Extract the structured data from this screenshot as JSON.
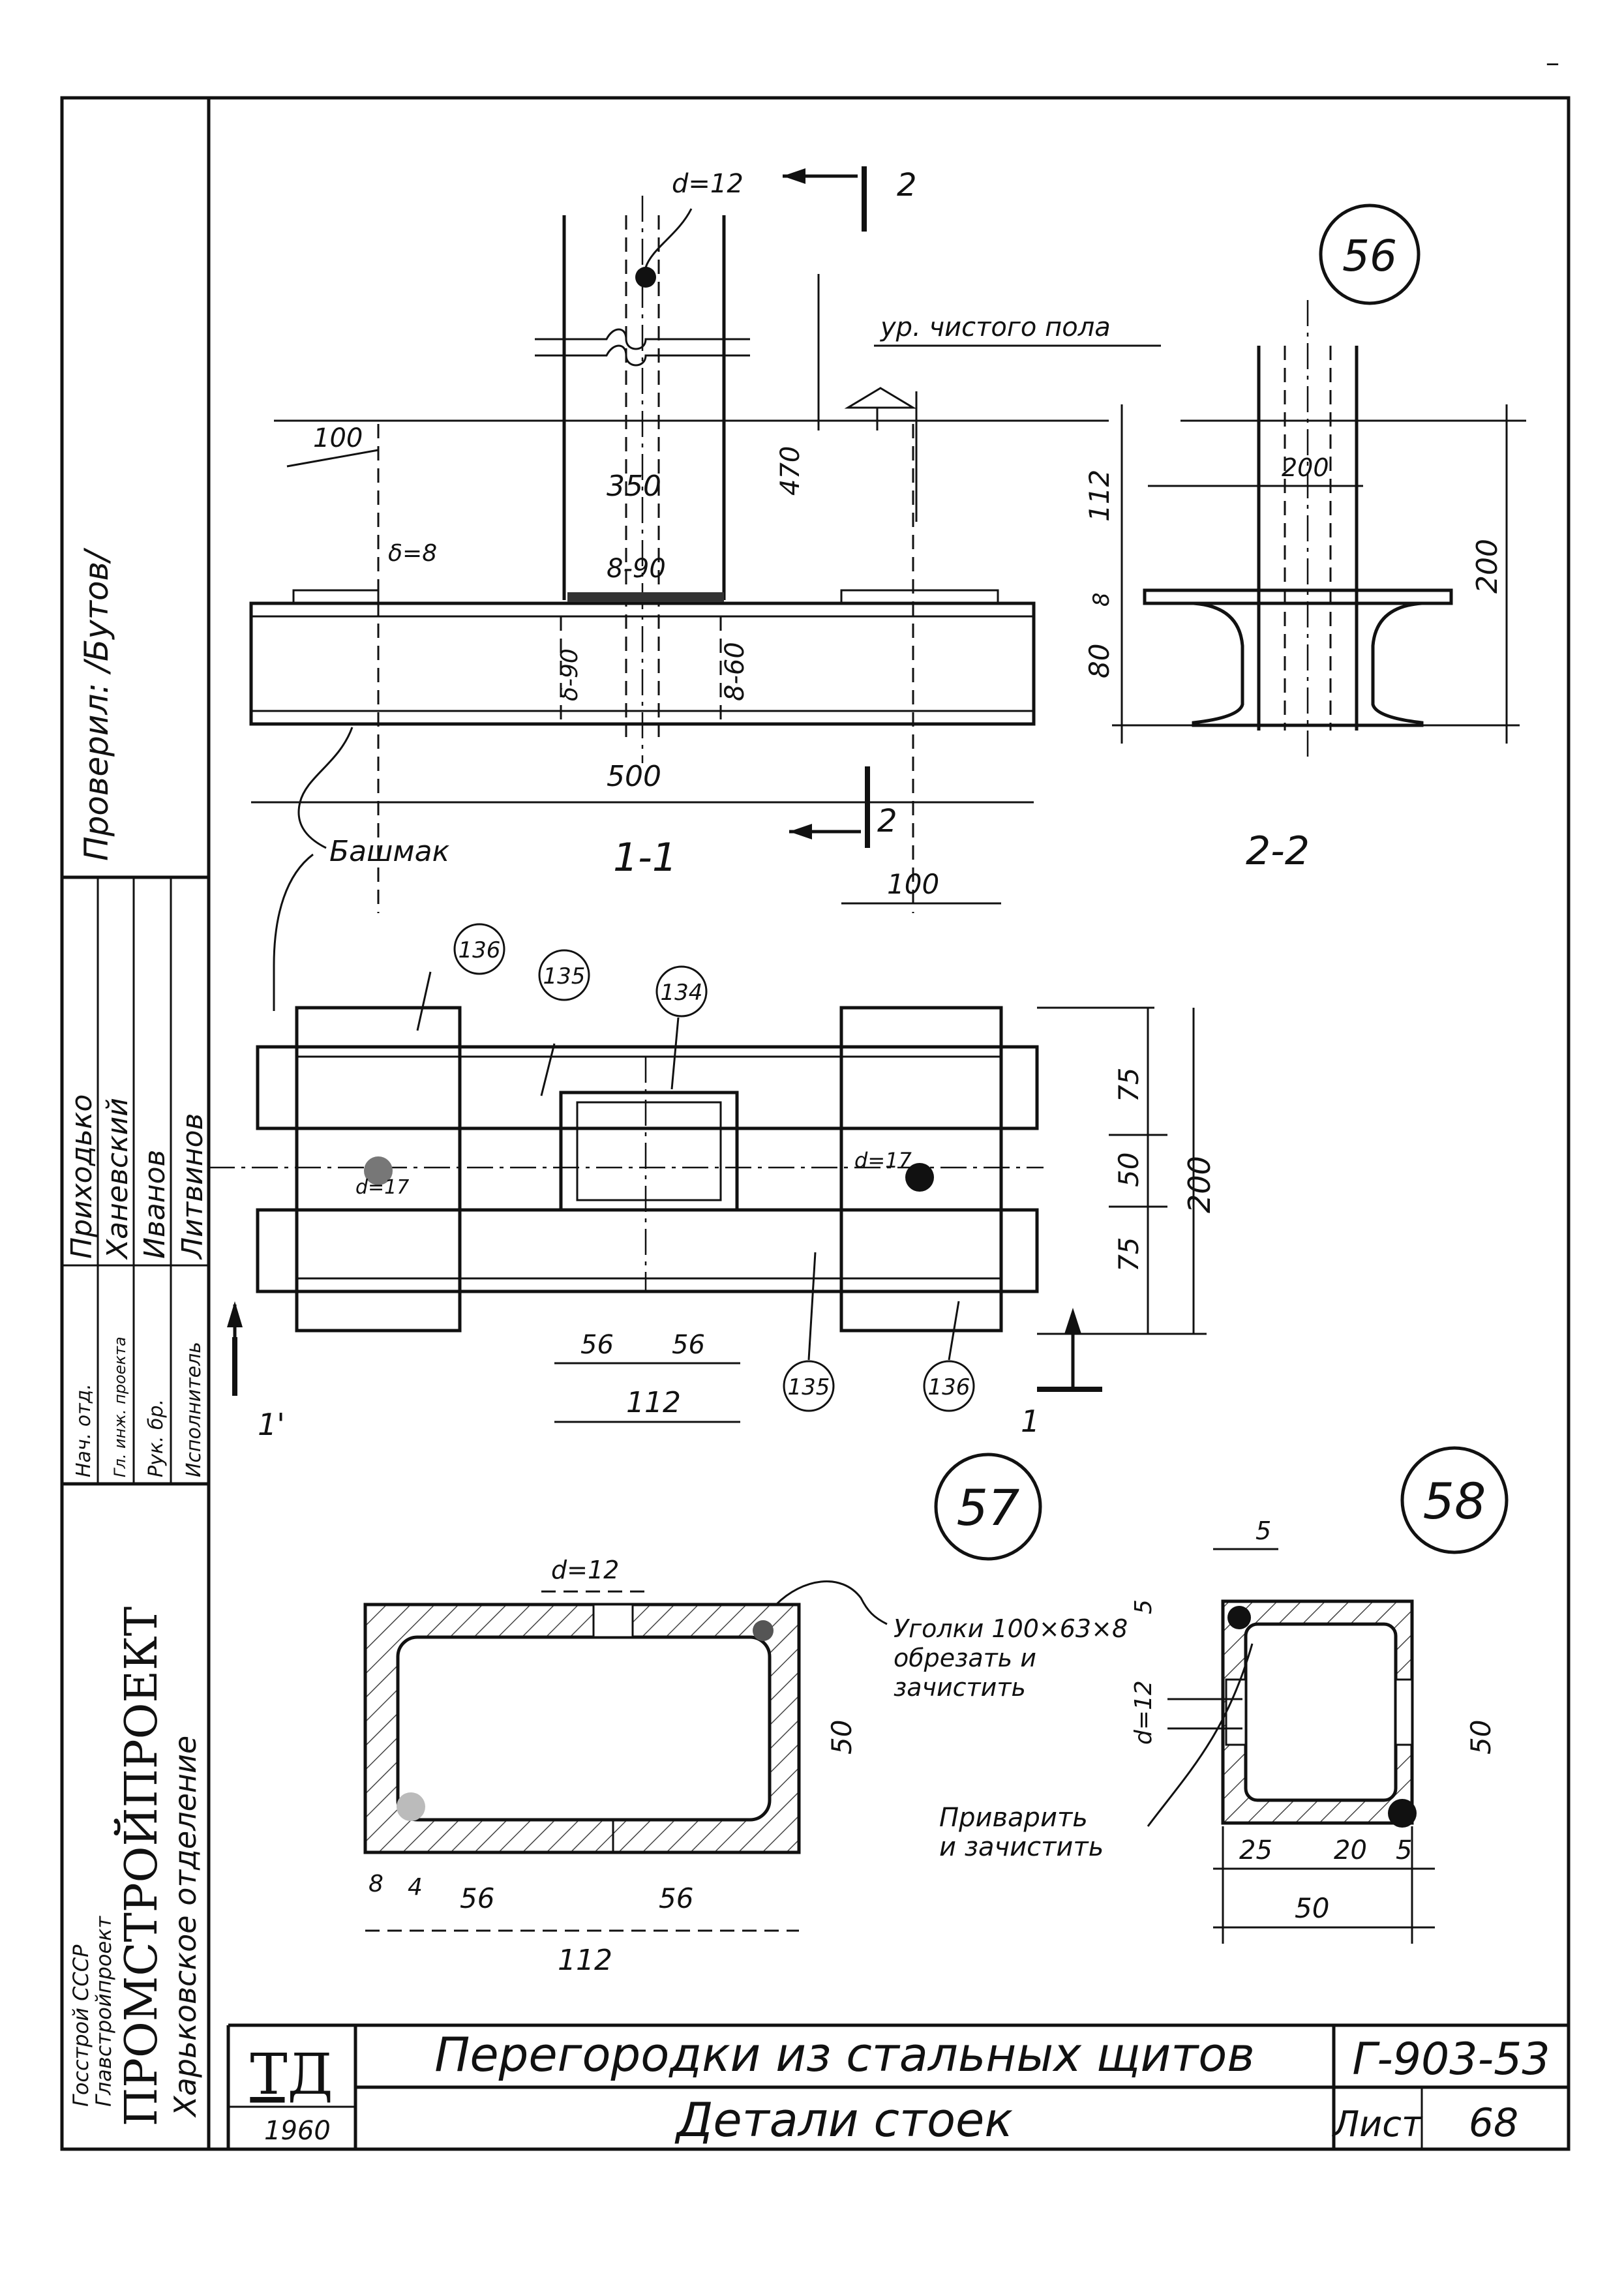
{
  "page": {
    "dash_mark": "–"
  },
  "side": {
    "org_line1": "Госстрой СССР",
    "org_line2": "Главстройпроект",
    "org_name": "ПРОМСТРОЙПРОЕКТ",
    "org_dept": "Харьковское отделение",
    "checked": "Проверил: /Бутов/",
    "roles": [
      "Нач. отд.",
      "Гл. инж. проекта",
      "Рук. бр.",
      "Исполнитель"
    ],
    "names": [
      "Приходько",
      "Ханевский",
      "Иванов",
      "Литвинов"
    ]
  },
  "title_block": {
    "logo": "ТД",
    "year": "1960",
    "title1": "Перегородки из стальных щитов",
    "title2": "Детали стоек",
    "code": "Г-903-53",
    "sheet_label": "Лист",
    "sheet_no": "68"
  },
  "callouts": {
    "c56": "56",
    "c57": "57",
    "c58": "58"
  },
  "section_1_1": {
    "d_hole": "d=12",
    "floor": "ур. чистого пола",
    "dim_100": "100",
    "dim_350": "350",
    "dim_470": "470",
    "plate_thk": "δ=8",
    "weld_top": "8-90",
    "weld_a": "δ-90",
    "weld_b": "8-60",
    "dim_500": "500",
    "shoe": "Башмак",
    "cut2": "2",
    "cut2b": "2",
    "title": "1-1"
  },
  "section_2_2": {
    "dim_200top": "200",
    "dim_112": "112",
    "dim_8": "8",
    "dim_80": "80",
    "dim_200": "200",
    "title": "2-2"
  },
  "plan": {
    "dim_100": "100",
    "pos136a": "136",
    "pos135a": "135",
    "pos134": "134",
    "pos135b": "135",
    "pos136b": "136",
    "d_left": "d=17",
    "d_right": "d=17",
    "dim_75a": "75",
    "dim_50": "50",
    "dim_75b": "75",
    "dim_200": "200",
    "dim_56a": "56",
    "dim_56b": "56",
    "dim_112": "112",
    "cut1a": "1'",
    "cut1b": "1"
  },
  "detail57": {
    "d_hole": "d=12",
    "note": [
      "Уголки 100×63×8",
      "обрезать и",
      "зачистить"
    ],
    "dim_50": "50",
    "dim_8": "8",
    "dim_4": "4",
    "dim_56a": "56",
    "dim_56b": "56",
    "dim_112": "112"
  },
  "detail58": {
    "dim_5top": "5",
    "dim_5side": "5",
    "d_hole": "d=12",
    "dim_50right": "50",
    "note": [
      "Приварить",
      "и зачистить"
    ],
    "dim_25": "25",
    "dim_20": "20",
    "dim_5": "5",
    "dim_50": "50"
  }
}
